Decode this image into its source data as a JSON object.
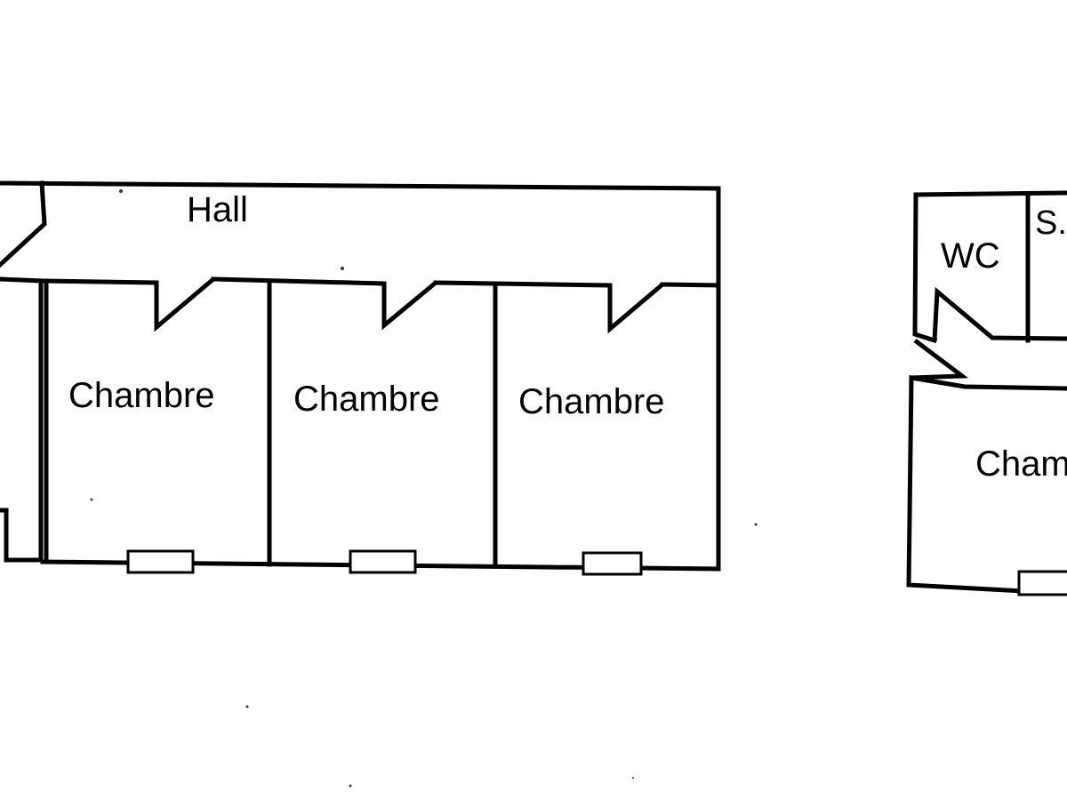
{
  "floor_plan": {
    "colors": {
      "background": "#ffffff",
      "line": "#000000"
    },
    "rooms": {
      "hall": "Hall",
      "chambre_1": "Chambre",
      "chambre_2": "Chambre",
      "chambre_3": "Chambre",
      "wc": "WC",
      "sdb": "S.",
      "chambre_4": "Cham"
    }
  }
}
